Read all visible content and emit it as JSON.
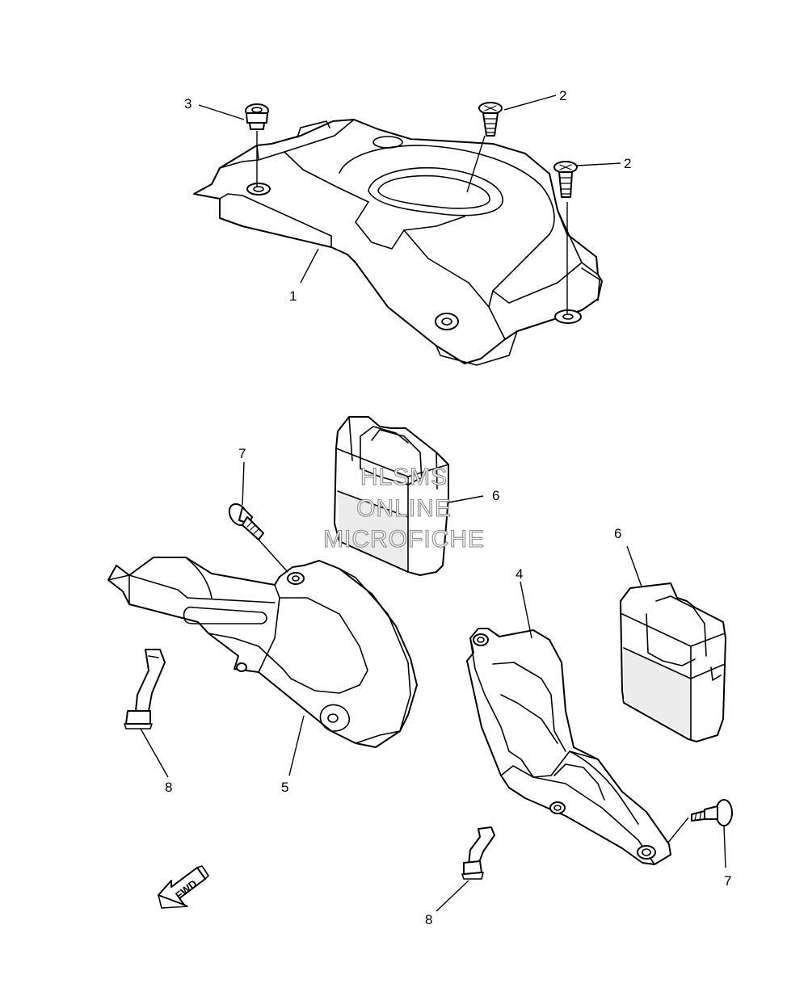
{
  "callouts": {
    "c1": "1",
    "c2a": "2",
    "c2b": "2",
    "c3": "3",
    "c4": "4",
    "c5": "5",
    "c6a": "6",
    "c6b": "6",
    "c7a": "7",
    "c7b": "7",
    "c8a": "8",
    "c8b": "8"
  },
  "watermark": {
    "line1": "HLSMS",
    "line2": "ONLINE",
    "line3": "MICROFICHE"
  },
  "direction_arrow": {
    "label": "FWD"
  }
}
